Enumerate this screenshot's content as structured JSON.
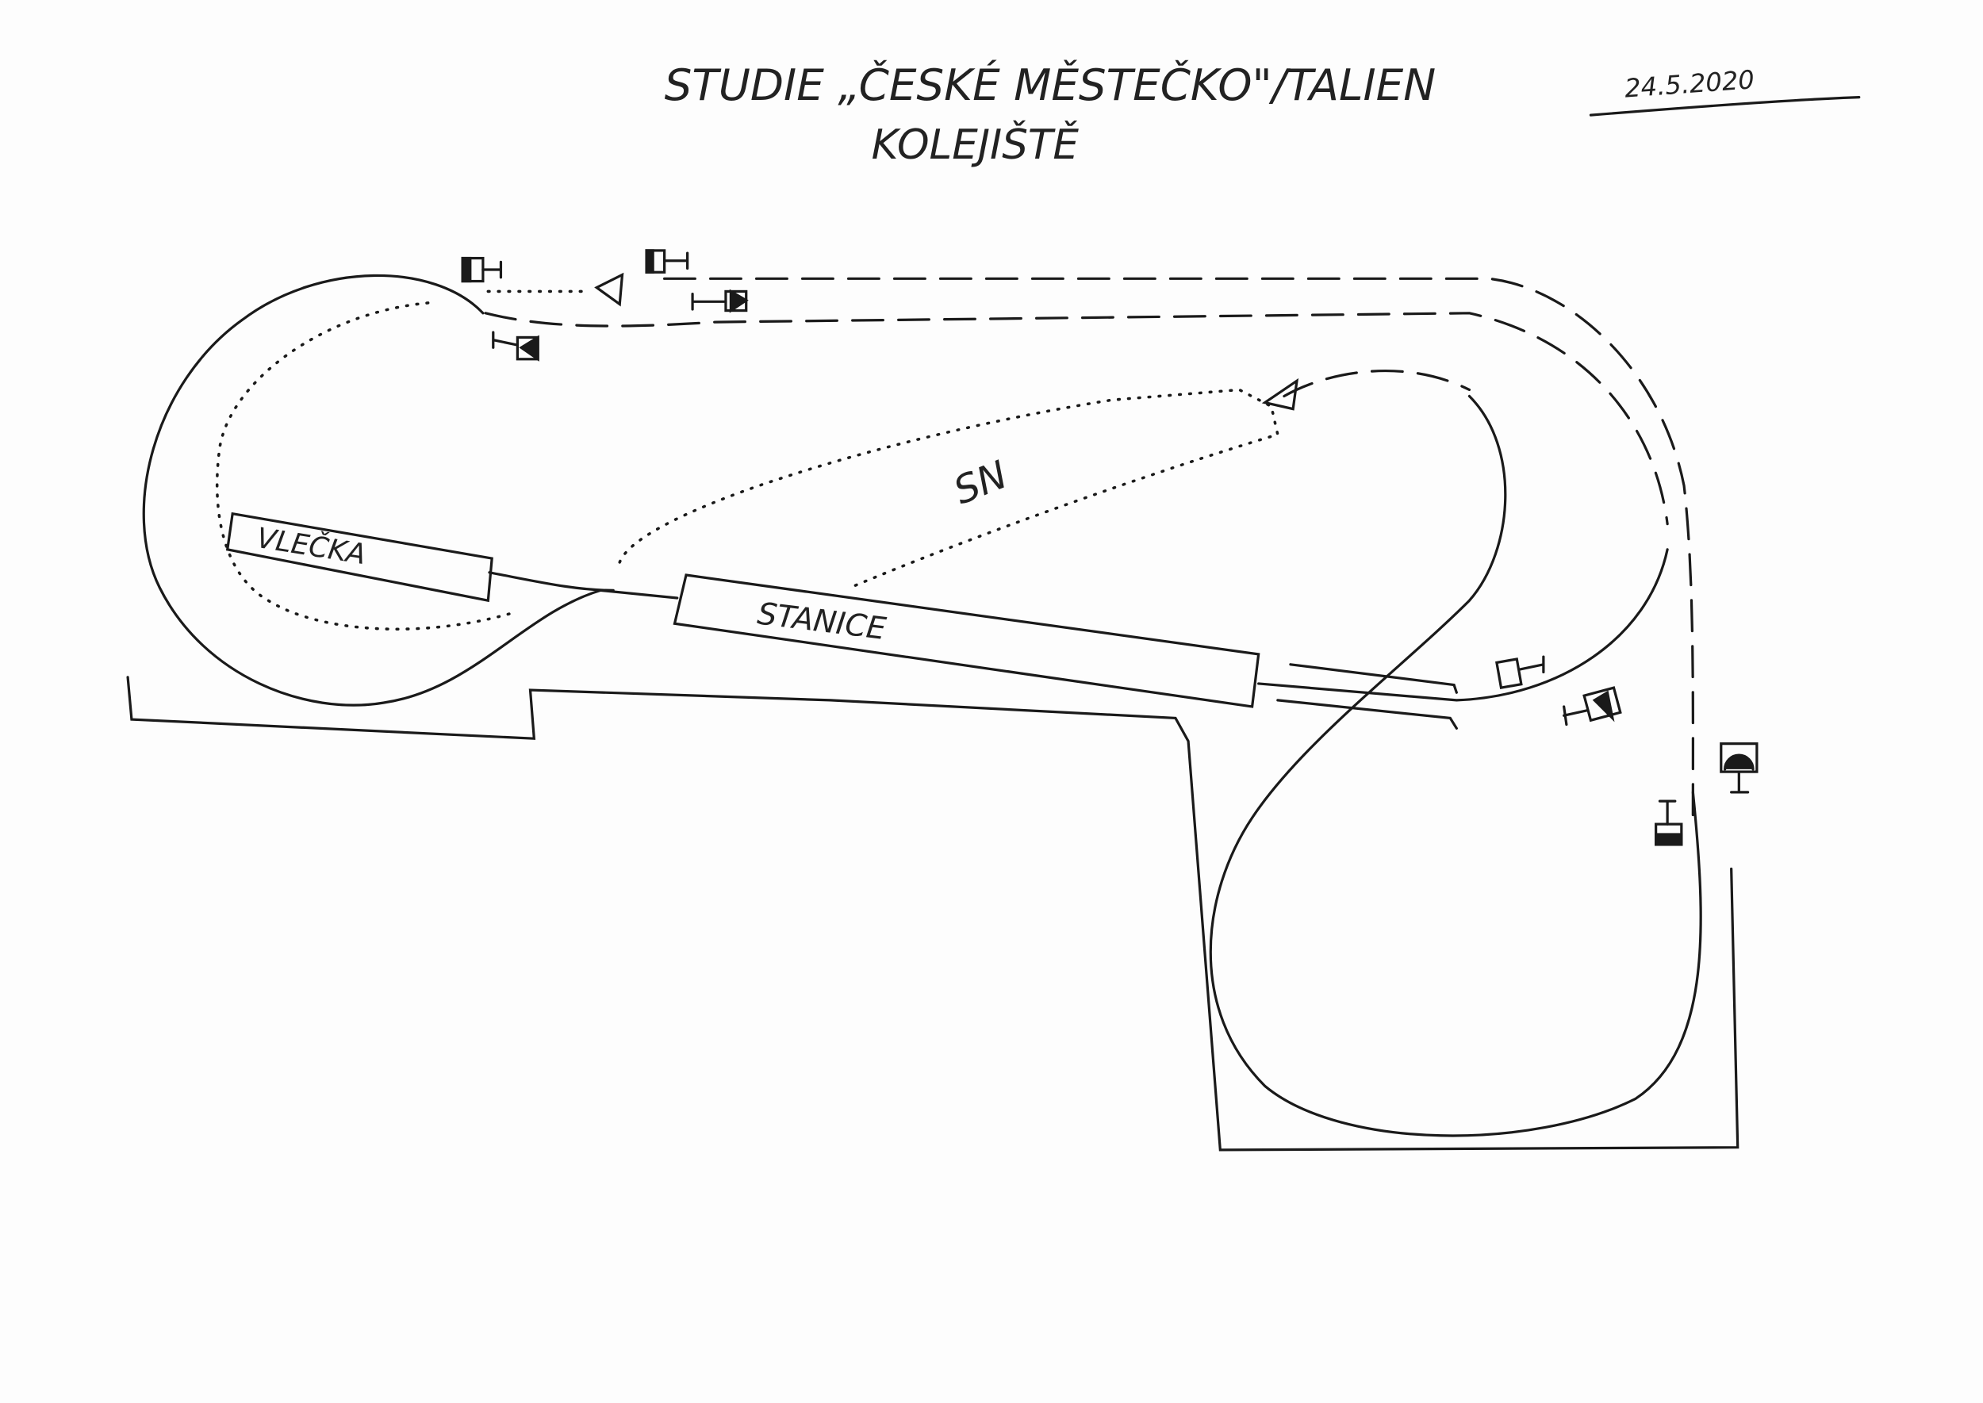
{
  "header": {
    "title": "STUDIE „ČESKÉ MĚSTEČKO\"/TALIEN",
    "subtitle": "KOLEJIŠTĚ",
    "date": "24.5.2020"
  },
  "labels": {
    "siding": "VLEČKA",
    "station": "STANICE",
    "hidden_station": "SN"
  },
  "colors": {
    "ink": "#1a1a1a",
    "paper": "#fdfdfd"
  }
}
